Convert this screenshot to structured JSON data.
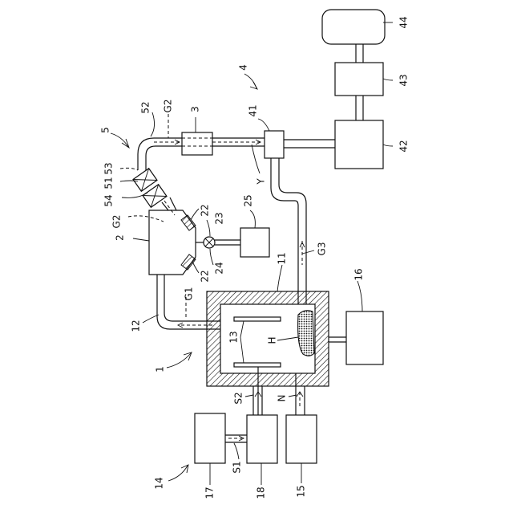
{
  "labels": {
    "l1": "1",
    "l2": "2",
    "l3": "3",
    "l4": "4",
    "l5": "5",
    "l11": "11",
    "l12": "12",
    "l13": "13",
    "l14": "14",
    "l15": "15",
    "l16": "16",
    "l17": "17",
    "l18": "18",
    "l22a": "22",
    "l22b": "22",
    "l23": "23",
    "l24": "24",
    "l25": "25",
    "l41": "41",
    "l42": "42",
    "l43": "43",
    "l44": "44",
    "l51": "51",
    "l52": "52",
    "l53": "53",
    "l54": "54",
    "G1": "G1",
    "G2a": "G2",
    "G2b": "G2",
    "G3": "G3",
    "H": "H",
    "N": "N",
    "S1": "S1",
    "S2": "S2",
    "Y": "Y"
  },
  "colors": {
    "line": "#111111",
    "hatch": "#111111",
    "background": "#ffffff"
  }
}
